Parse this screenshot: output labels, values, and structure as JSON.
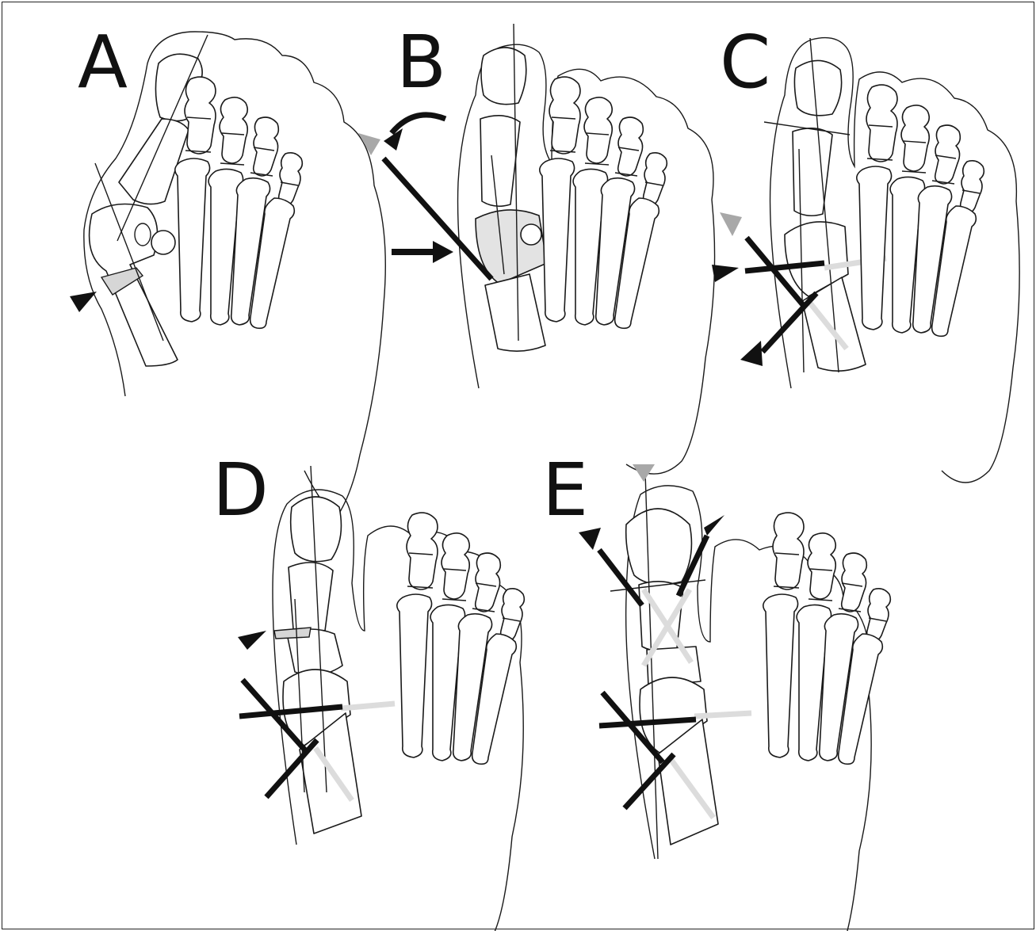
{
  "figure": {
    "panels": [
      {
        "id": "A",
        "label": "A"
      },
      {
        "id": "B",
        "label": "B"
      },
      {
        "id": "C",
        "label": "C"
      },
      {
        "id": "D",
        "label": "D"
      },
      {
        "id": "E",
        "label": "E"
      }
    ],
    "colors": {
      "line": "#1a1a1a",
      "pin": "#111111",
      "pin_ghost": "#dcdcdc",
      "wedge": "#d6d6d6",
      "marker_black": "#111111",
      "marker_gray": "#a8a8a8"
    }
  }
}
